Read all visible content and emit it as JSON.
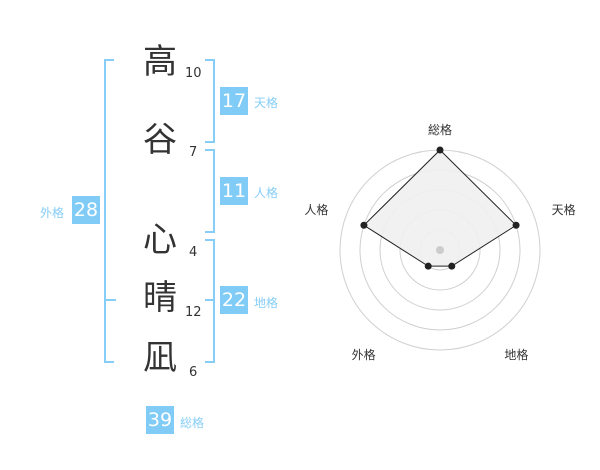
{
  "name": {
    "chars": [
      {
        "char": "高",
        "strokes": "10"
      },
      {
        "char": "谷",
        "strokes": "7"
      },
      {
        "char": "心",
        "strokes": "4"
      },
      {
        "char": "晴",
        "strokes": "12"
      },
      {
        "char": "凪",
        "strokes": "6"
      }
    ]
  },
  "kaku": {
    "tenkaku": {
      "value": "17",
      "label": "天格"
    },
    "jinkaku": {
      "value": "11",
      "label": "人格"
    },
    "chikaku": {
      "value": "22",
      "label": "地格"
    },
    "gaikaku": {
      "value": "28",
      "label": "外格"
    },
    "soukaku": {
      "value": "39",
      "label": "総格"
    }
  },
  "colors": {
    "accent": "#80ccf7",
    "polygon_fill": "#f0f0f0",
    "ring": "#d0d0d0"
  },
  "chart_data": {
    "type": "radar",
    "axes": [
      "総格",
      "天格",
      "地格",
      "外格",
      "人格"
    ],
    "values": [
      5,
      4,
      1,
      1,
      4
    ],
    "range": [
      0,
      5
    ],
    "rings": 5
  }
}
